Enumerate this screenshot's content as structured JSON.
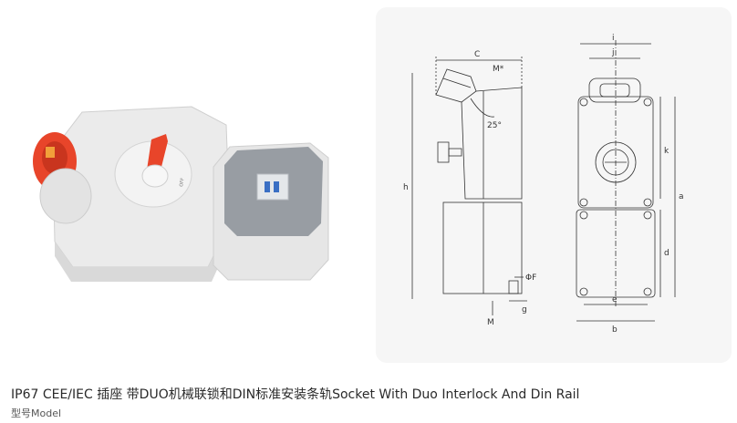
{
  "product": {
    "title": "IP67 CEE/IEC 插座 带DUO机械联锁和DIN标准安装条轨Socket With Duo Interlock And Din Rail",
    "model_label": "型号Model",
    "photo_text": "OFF"
  },
  "drawing": {
    "side_view": {
      "labels": {
        "c": "C",
        "m_star": "M*",
        "angle": "25°",
        "h": "h",
        "phi_f": "ΦF",
        "m": "M",
        "g": "g"
      }
    },
    "front_view": {
      "labels": {
        "i": "i",
        "j": "j",
        "k": "k",
        "a": "a",
        "d": "d",
        "e": "e",
        "b": "b"
      }
    }
  },
  "colors": {
    "accent_red": "#e8452a",
    "housing": "#ececec",
    "outline": "#333333",
    "panel": "#f6f6f6"
  }
}
